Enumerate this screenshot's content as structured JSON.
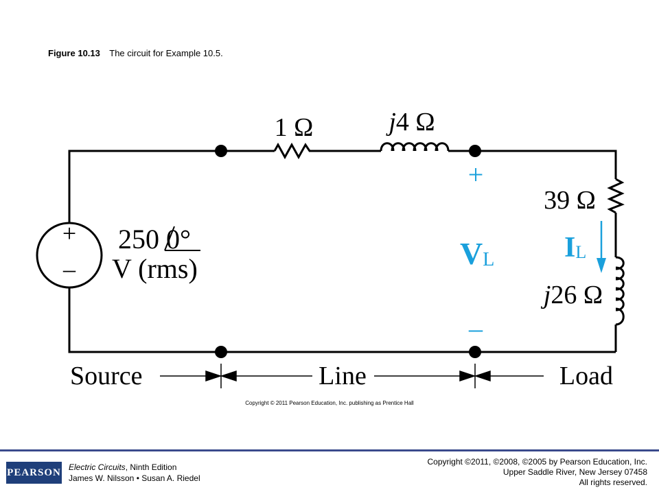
{
  "figure": {
    "number": "Figure 10.13",
    "caption": "The circuit for Example 10.5."
  },
  "circuit": {
    "line_resistor_label": "1 Ω",
    "line_inductor_label_j": "j",
    "line_inductor_label_rest": "4 Ω",
    "source_voltage_line1": "250",
    "source_voltage_angle": "0°",
    "source_voltage_line2": "V (rms)",
    "source_plus": "+",
    "source_minus": "–",
    "load_resistor_label": "39 Ω",
    "load_inductor_label_j": "j",
    "load_inductor_label_rest": "26 Ω",
    "voltage_symbol": "V",
    "voltage_subscript": "L",
    "current_symbol": "I",
    "current_subscript": "L",
    "load_plus": "+",
    "load_minus": "–",
    "accent_color": "#1aa0dc",
    "section_source": "Source",
    "section_line": "Line",
    "section_load": "Load",
    "copyright_line": "Copyright © 2011 Pearson Education, Inc. publishing as Prentice Hall"
  },
  "footer": {
    "logo_text": "PEARSON",
    "book_title": "Electric Circuits",
    "book_edition": ", Ninth Edition",
    "book_authors": "James W. Nilsson • Susan A. Riedel",
    "copyright": "Copyright ©2011, ©2008, ©2005 by Pearson Education, Inc.",
    "address": "Upper Saddle River, New Jersey 07458",
    "rights": "All rights reserved."
  }
}
